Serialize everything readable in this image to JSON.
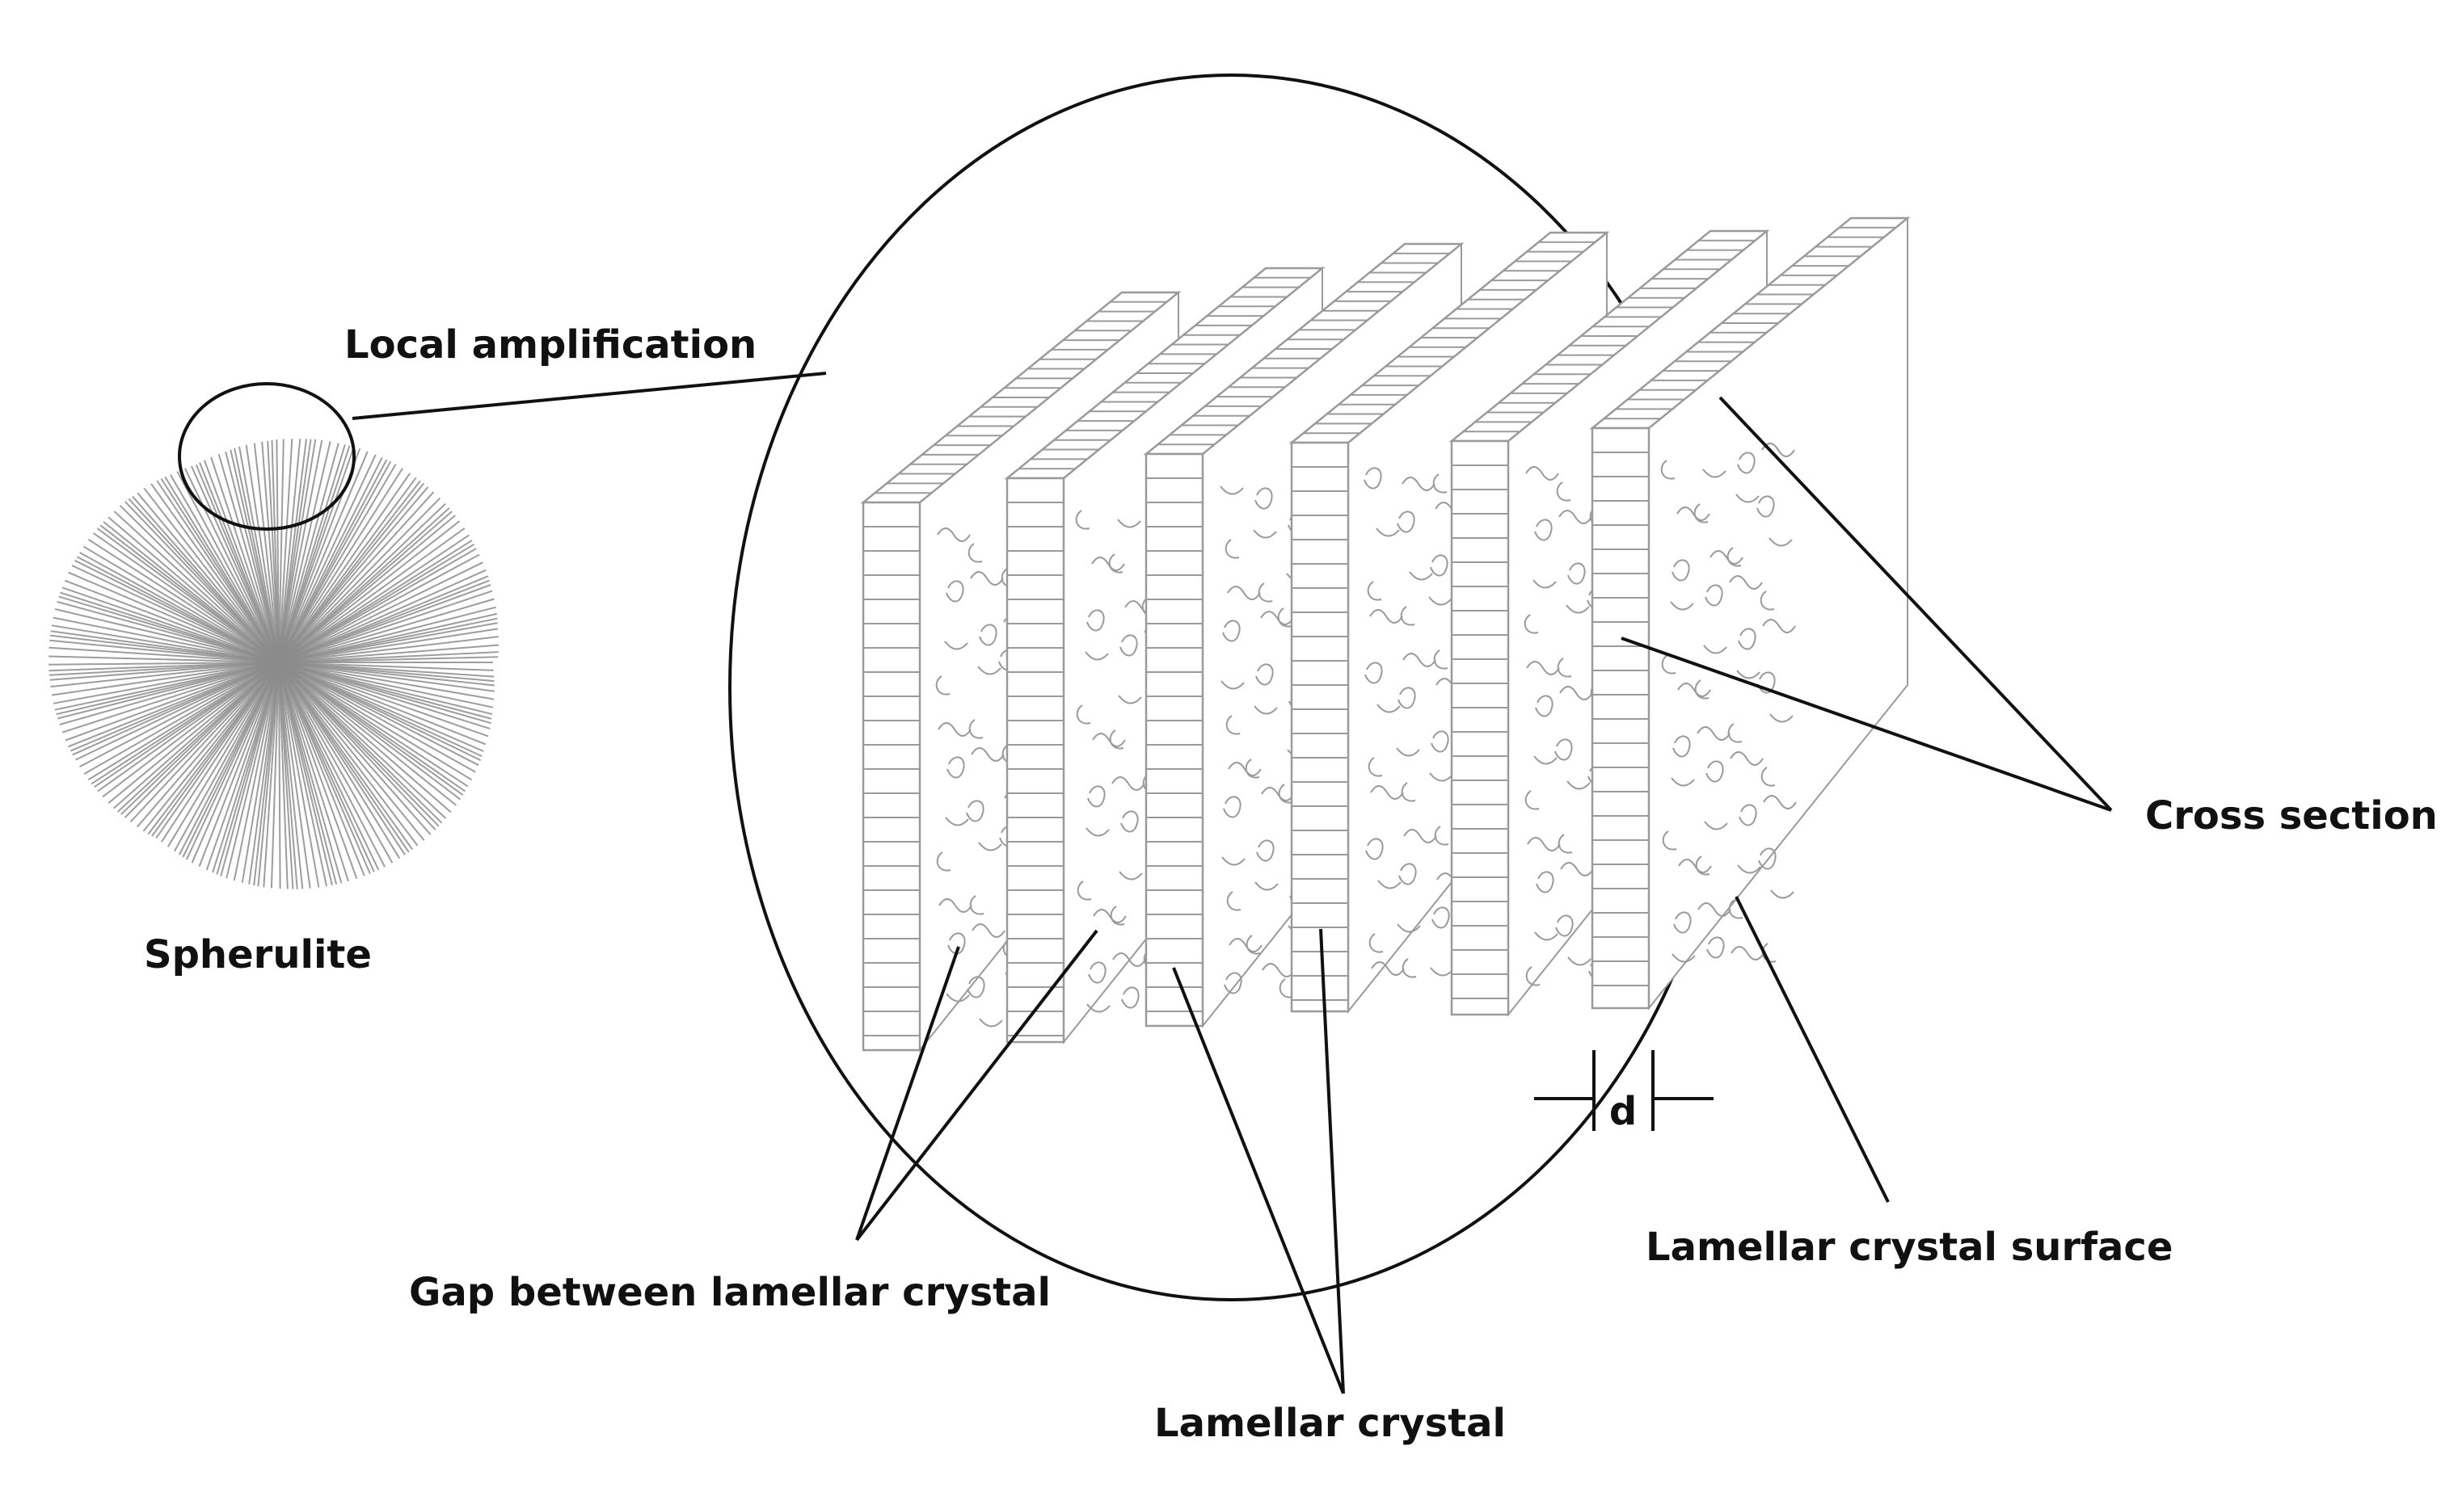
{
  "labels": {
    "local_amplification": "Local amplification",
    "spherulite": "Spherulite",
    "cross_section": "Cross section",
    "lamellar_crystal_surface": "Lamellar crystal surface",
    "gap_between": "Gap between lamellar crystal",
    "lamellar_crystal": "Lamellar crystal",
    "spacing": "d"
  },
  "colors": {
    "line": "#111111",
    "sketch": "#9a9a9a",
    "spherulite": "#8c8c8c"
  }
}
